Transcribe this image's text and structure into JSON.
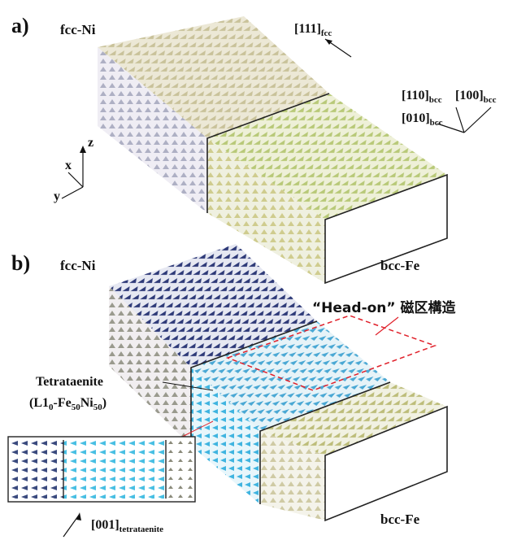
{
  "panel_a": {
    "label": "a)",
    "fcc": "fcc-Ni",
    "dir111": "[111]",
    "dir111_sub": "fcc",
    "dir110": "[110]",
    "dir110_sub": "bcc",
    "dir100": "[100]",
    "dir100_sub": "bcc",
    "dir010": "[010]",
    "dir010_sub": "bcc",
    "axes": {
      "z": "z",
      "x": "x",
      "y": "y"
    }
  },
  "panel_b": {
    "label": "b)",
    "fcc": "fcc-Ni",
    "bcc": "bcc-Fe",
    "bcc_bottom": "bcc-Fe",
    "headon": "“Head-on” 磁区構造",
    "tetra": "Tetrataenite",
    "l10_open": "(L1",
    "l10_sub0": "0",
    "l10_fe": "-Fe",
    "l10_sub50a": "50",
    "l10_ni": "Ni",
    "l10_sub50b": "50",
    "l10_close": ")",
    "dir001": "[001]",
    "dir001_sub": "tetrataenite"
  },
  "colors": {
    "fcc_top_a": "#d7d2b0",
    "fcc_side_a": "#b9b6c8",
    "bcc_top_a": "#c8d68a",
    "tetra_cyan": "#4fc3e8",
    "fcc_navy": "#2e3a78",
    "bcc_olive": "#c8c77c",
    "dashed_red": "#e0202a"
  }
}
